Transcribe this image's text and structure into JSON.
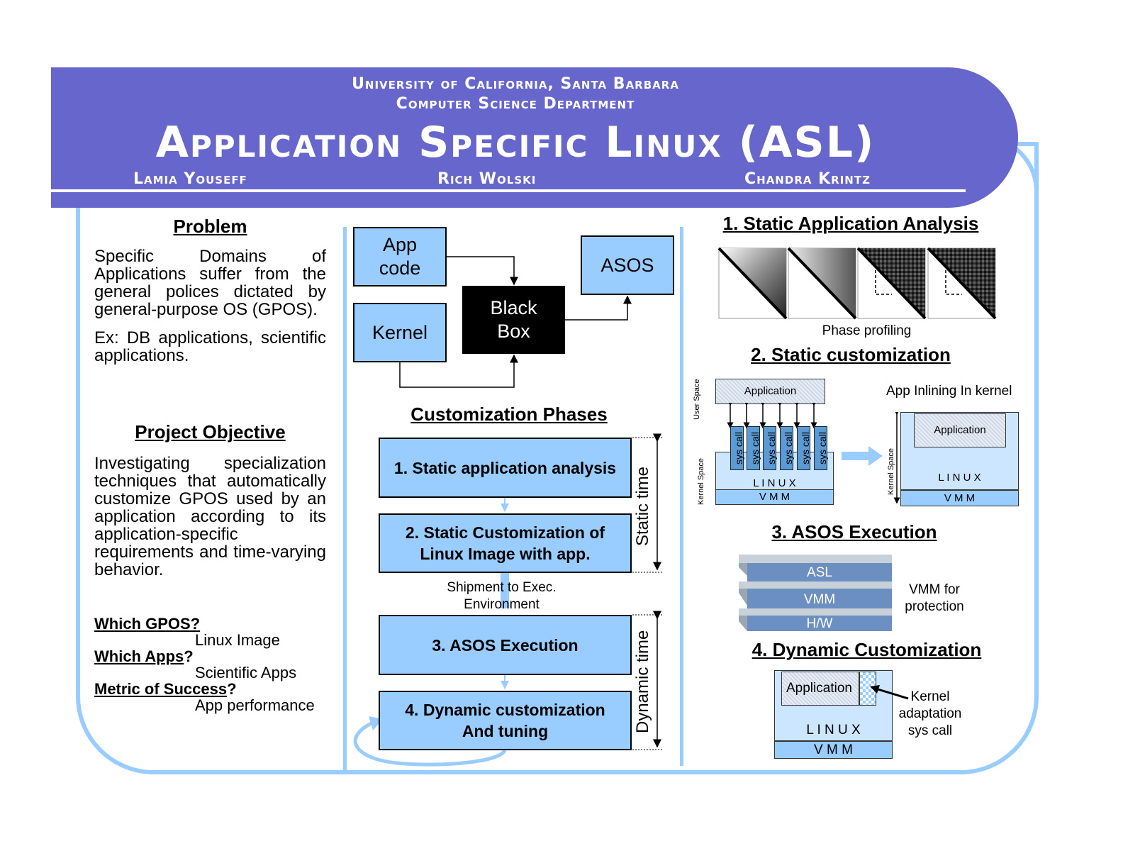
{
  "header": {
    "university": "University of California, Santa Barbara",
    "department": "Computer Science Department",
    "title": "Application Specific Linux (ASL)",
    "authors": [
      "Lamia Youseff",
      "Rich Wolski",
      "Chandra Krintz"
    ]
  },
  "left": {
    "problem_heading": "Problem",
    "problem_text": "Specific Domains of Applications suffer from the general polices dictated by general-purpose OS (GPOS).",
    "problem_example": "Ex: DB applications, scientific applications.",
    "objective_heading": "Project Objective",
    "objective_text": "Investigating specialization techniques that automatically customize GPOS used by an application according to its application-specific requirements and time-varying behavior.",
    "qa": [
      {
        "q": "Which GPOS?",
        "a": "Linux Image"
      },
      {
        "q": "Which Apps",
        "mark": "?",
        "a": "Scientific Apps"
      },
      {
        "q": "Metric of Success",
        "mark": "?",
        "a": "App performance"
      }
    ]
  },
  "middle": {
    "blackbox": {
      "app_code": "App code",
      "kernel": "Kernel",
      "black_box": "Black Box",
      "asos": "ASOS"
    },
    "phases_heading": "Customization Phases",
    "phases": [
      "1. Static application analysis",
      "2. Static Customization of Linux Image with app.",
      "3. ASOS Execution",
      "4. Dynamic customization And tuning"
    ],
    "shipment": "Shipment to Exec. Environment",
    "static_time": "Static time",
    "dynamic_time": "Dynamic time"
  },
  "right": {
    "s1_heading": "1. Static Application Analysis",
    "phase_profiling": "Phase profiling",
    "s2_heading": "2. Static customization",
    "user_space": "User Space",
    "kernel_space": "Kernel Space",
    "application": "Application",
    "sys_call": "sys call",
    "linux": "L I N U X",
    "vmm_spaced": "V M M",
    "app_inlining": "App Inlining In kernel",
    "s3_heading": "3. ASOS Execution",
    "stack": [
      "ASL",
      "VMM",
      "H/W"
    ],
    "vmm_protection": "VMM for protection",
    "s4_heading": "4. Dynamic Customization",
    "kernel_adaptation": "Kernel adaptation sys call"
  },
  "colors": {
    "header_bg": "#6666cc",
    "frame": "#99ccff",
    "box_fill": "#99ccff"
  }
}
